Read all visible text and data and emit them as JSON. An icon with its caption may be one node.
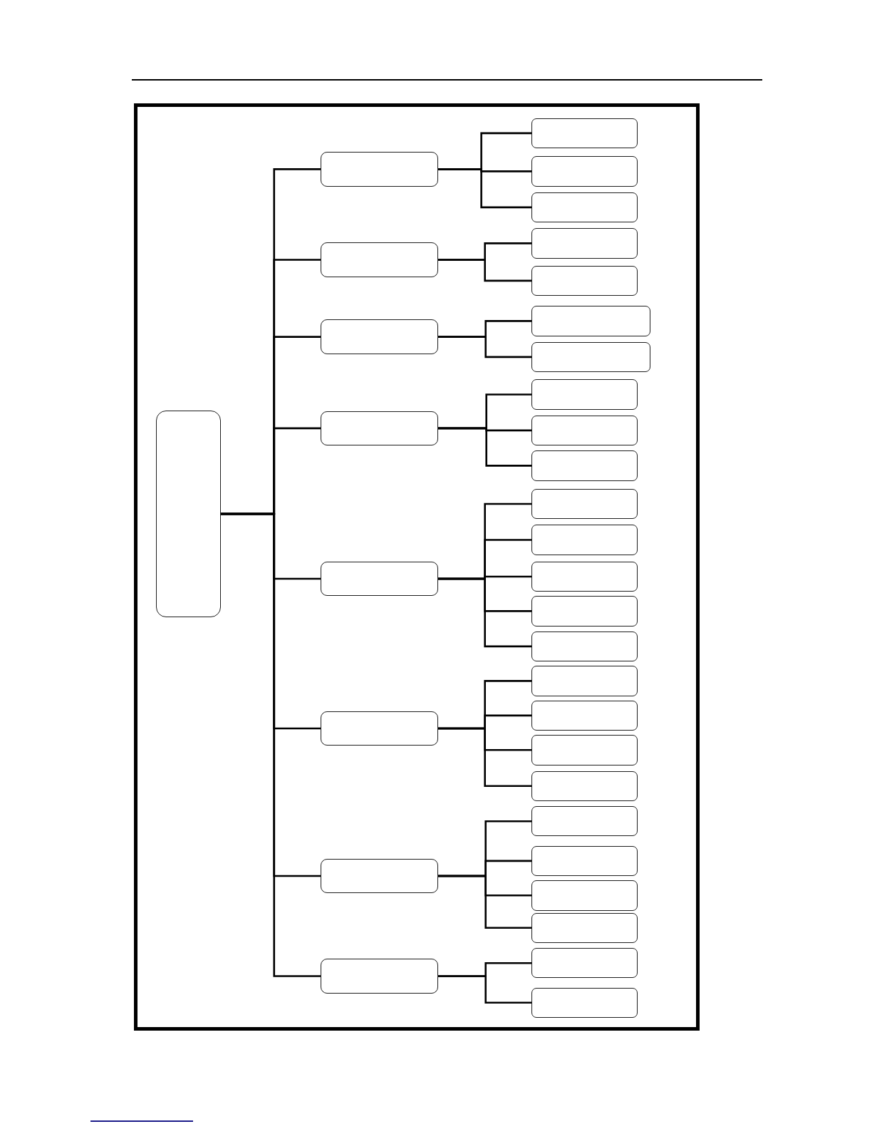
{
  "diagram": {
    "nodes": [
      {
        "text": [],
        "shape": "box"
      },
      {
        "text": [],
        "shape": "box"
      },
      {
        "text": [],
        "shape": "box"
      },
      {
        "text": [],
        "shape": "box"
      },
      {
        "text": [],
        "shape": "box"
      },
      {
        "text": [],
        "shape": "box"
      },
      {
        "text": [],
        "shape": "box"
      },
      {
        "text": [],
        "shape": "box"
      },
      {
        "text": [],
        "shape": "box"
      },
      {
        "text": [],
        "shape": "box"
      },
      {
        "text": [],
        "shape": "box"
      },
      {
        "text": [],
        "shape": "box"
      },
      {
        "text": [],
        "shape": "box"
      },
      {
        "text": [],
        "shape": "box"
      },
      {
        "text": [],
        "shape": "box"
      },
      {
        "text": [],
        "shape": "box"
      },
      {
        "text": [],
        "shape": "box"
      },
      {
        "text": [],
        "shape": "box"
      },
      {
        "text": [],
        "shape": "box"
      },
      {
        "text": [],
        "shape": "box"
      },
      {
        "text": [],
        "shape": "box"
      },
      {
        "text": [],
        "shape": "box"
      },
      {
        "text": [],
        "shape": "box"
      },
      {
        "text": [],
        "shape": "box"
      },
      {
        "text": [],
        "shape": "box"
      },
      {
        "text": [],
        "shape": "box"
      },
      {
        "text": [],
        "shape": "box"
      },
      {
        "text": [],
        "shape": "box"
      },
      {
        "text": [],
        "shape": "box"
      },
      {
        "text": [],
        "shape": "box"
      },
      {
        "text": [],
        "shape": "box"
      },
      {
        "text": [],
        "shape": "box"
      },
      {
        "text": [],
        "shape": "box"
      },
      {
        "text": [],
        "shape": "box"
      }
    ],
    "edges": [
      {
        "from": 0,
        "to": 1,
        "arrow": "none"
      },
      {
        "from": 0,
        "to": 5,
        "arrow": "none"
      },
      {
        "from": 0,
        "to": 8,
        "arrow": "none"
      },
      {
        "from": 0,
        "to": 11,
        "arrow": "none"
      },
      {
        "from": 0,
        "to": 15,
        "arrow": "none"
      },
      {
        "from": 0,
        "to": 21,
        "arrow": "none"
      },
      {
        "from": 0,
        "to": 26,
        "arrow": "none"
      },
      {
        "from": 0,
        "to": 31,
        "arrow": "none"
      },
      {
        "from": 1,
        "to": 2,
        "arrow": "none"
      },
      {
        "from": 1,
        "to": 3,
        "arrow": "none"
      },
      {
        "from": 1,
        "to": 4,
        "arrow": "none"
      },
      {
        "from": 5,
        "to": 6,
        "arrow": "none"
      },
      {
        "from": 5,
        "to": 7,
        "arrow": "none"
      },
      {
        "from": 8,
        "to": 9,
        "arrow": "none"
      },
      {
        "from": 8,
        "to": 10,
        "arrow": "none"
      },
      {
        "from": 11,
        "to": 12,
        "arrow": "none"
      },
      {
        "from": 11,
        "to": 13,
        "arrow": "none"
      },
      {
        "from": 11,
        "to": 14,
        "arrow": "none"
      },
      {
        "from": 15,
        "to": 16,
        "arrow": "none"
      },
      {
        "from": 15,
        "to": 17,
        "arrow": "none"
      },
      {
        "from": 15,
        "to": 18,
        "arrow": "none"
      },
      {
        "from": 15,
        "to": 19,
        "arrow": "none"
      },
      {
        "from": 15,
        "to": 20,
        "arrow": "none"
      },
      {
        "from": 21,
        "to": 22,
        "arrow": "none"
      },
      {
        "from": 21,
        "to": 23,
        "arrow": "none"
      },
      {
        "from": 21,
        "to": 24,
        "arrow": "none"
      },
      {
        "from": 21,
        "to": 25,
        "arrow": "none"
      },
      {
        "from": 26,
        "to": 27,
        "arrow": "none"
      },
      {
        "from": 26,
        "to": 28,
        "arrow": "none"
      },
      {
        "from": 26,
        "to": 29,
        "arrow": "none"
      },
      {
        "from": 26,
        "to": 30,
        "arrow": "none"
      },
      {
        "from": 31,
        "to": 32,
        "arrow": "none"
      },
      {
        "from": 31,
        "to": 33,
        "arrow": "none"
      }
    ]
  }
}
